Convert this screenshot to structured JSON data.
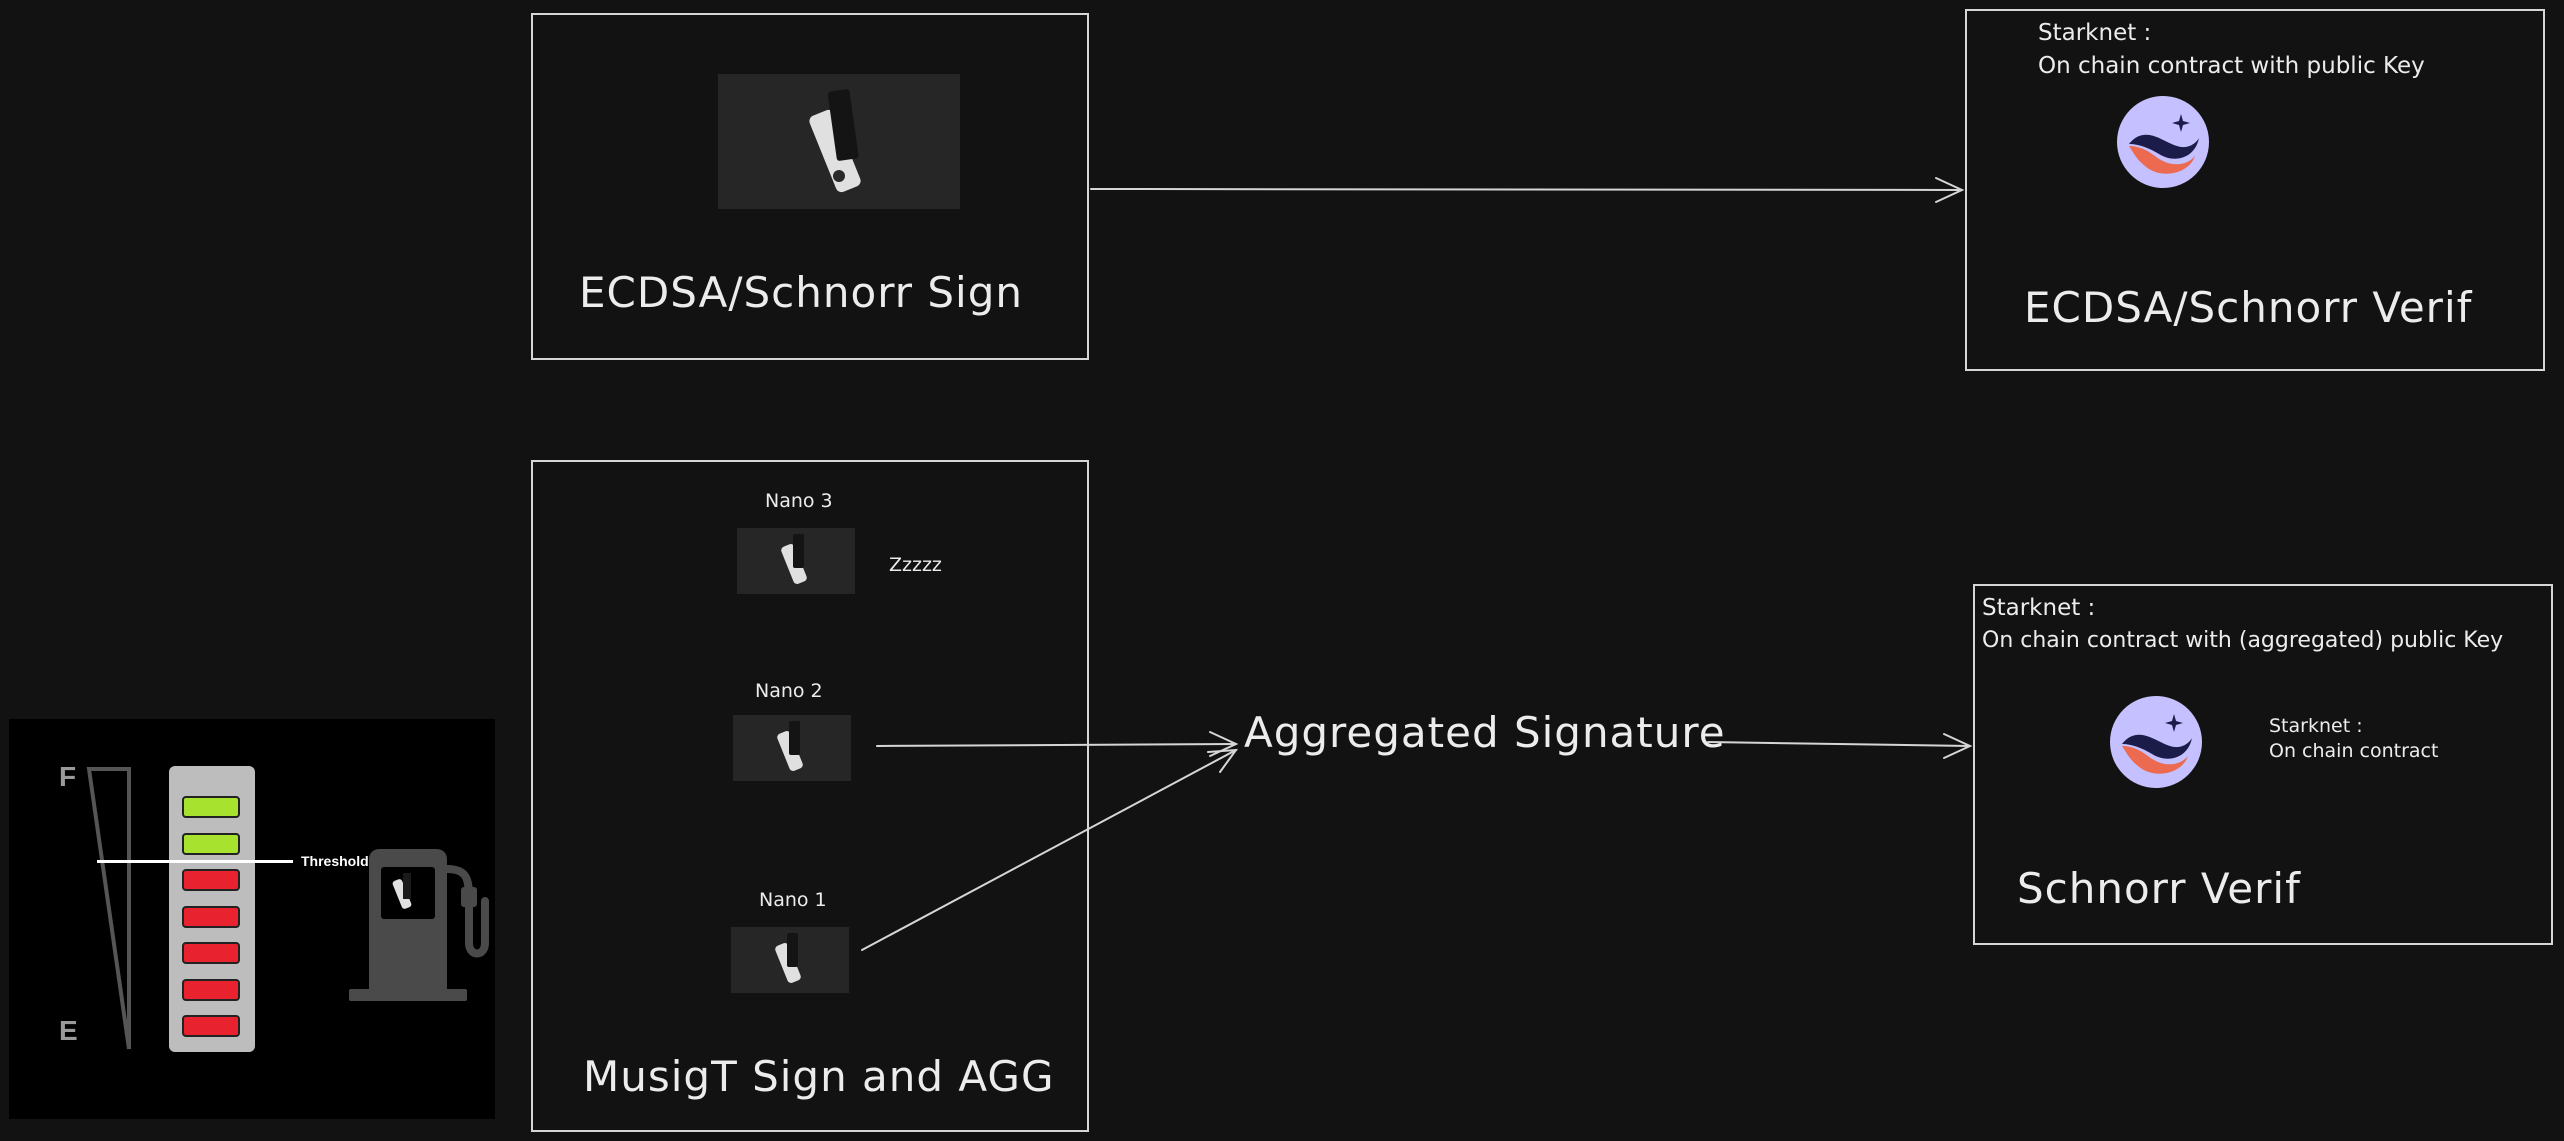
{
  "top": {
    "sign_label": "ECDSA/Schnorr Sign",
    "verif_header_line1": "Starknet :",
    "verif_header_line2": "On chain contract with public Key",
    "verif_label": "ECDSA/Schnorr Verif"
  },
  "bottom": {
    "nano3_label": "Nano 3",
    "nano3_status": "Zzzzz",
    "nano2_label": "Nano 2",
    "nano1_label": "Nano 1",
    "sign_agg_label": "MusigT Sign and AGG",
    "aggregated_label": "Aggregated Signature",
    "verif_header_line1": "Starknet :",
    "verif_header_line2": "On chain contract with (aggregated) public Key",
    "side_note_line1": "Starknet :",
    "side_note_line2": "On chain contract",
    "verif_label": "Schnorr Verif"
  },
  "gauge": {
    "full_label": "F",
    "empty_label": "E",
    "threshold_label": "Threshold",
    "segments_total": 7,
    "segments_green": 2,
    "green_color": "#a6e22e",
    "red_color": "#e8222e",
    "icon": "fuel-pump-icon"
  },
  "colors": {
    "background": "#121212",
    "stroke": "#d6d6d6",
    "starknet_circle": "#c5c0ff",
    "starknet_wave_dark": "#1c1c4a",
    "starknet_wave_orange": "#ec6a4f"
  }
}
